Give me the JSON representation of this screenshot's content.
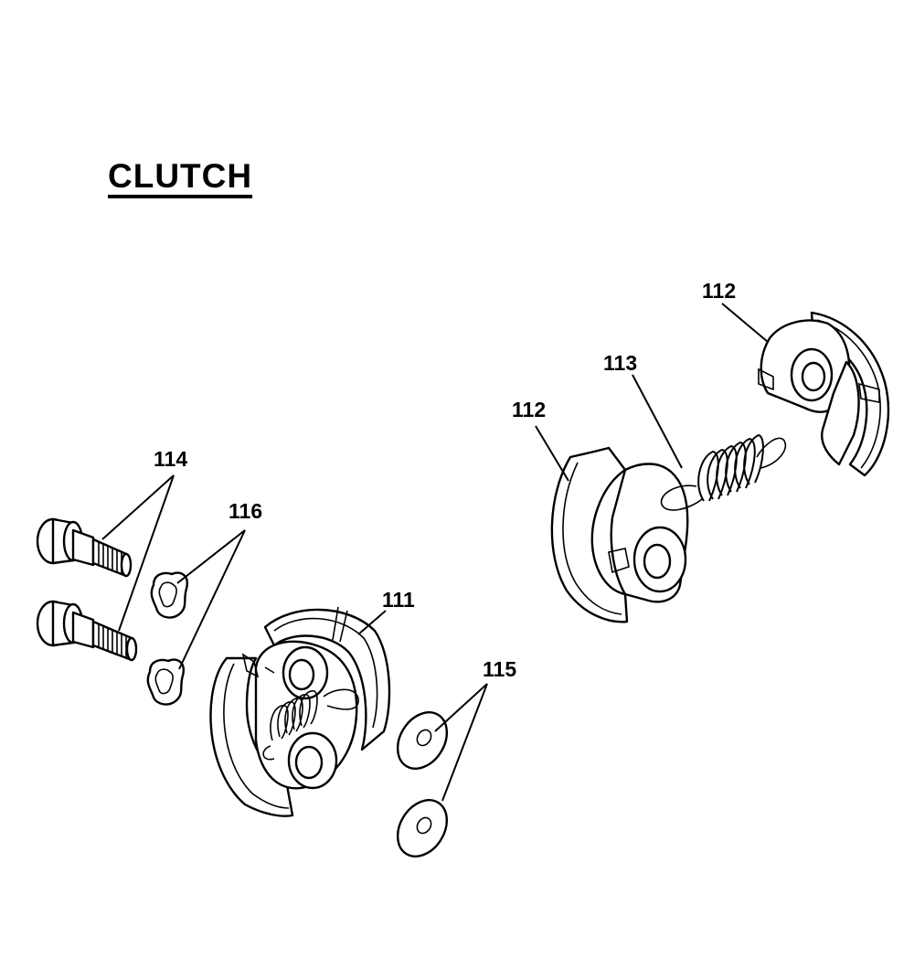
{
  "title": "CLUTCH",
  "callouts": {
    "c111": "111",
    "c112a": "112",
    "c112b": "112",
    "c113": "113",
    "c114": "114",
    "c115": "115",
    "c116": "116"
  }
}
